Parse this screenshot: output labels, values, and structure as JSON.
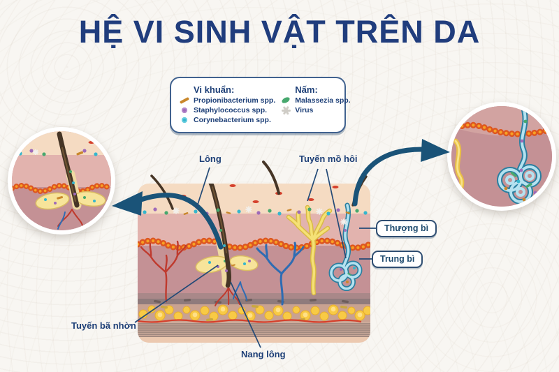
{
  "title": "HỆ VI SINH VẬT TRÊN DA",
  "legend": {
    "bacteria": {
      "header": "Vi khuẩn:",
      "items": [
        {
          "label": "Propionibacterium spp.",
          "icon": "rod-icon",
          "color": "#c9872b"
        },
        {
          "label": "Staphylococcus spp.",
          "icon": "cocci-icon",
          "color": "#9e6ab8"
        },
        {
          "label": "Corynebacterium spp.",
          "icon": "cocci-icon",
          "color": "#35b6cd"
        }
      ]
    },
    "fungi": {
      "header": "Nấm:",
      "items": [
        {
          "label": "Malassezia spp.",
          "icon": "yeast-icon",
          "color": "#47a86e"
        },
        {
          "label": "Virus",
          "icon": "virus-icon",
          "color": "#cfccc6"
        }
      ]
    }
  },
  "labels": {
    "hair": "Lông",
    "sweat_gland": "Tuyến mồ hôi",
    "epidermis": "Thượng bì",
    "dermis": "Trung bì",
    "sebaceous_gland": "Tuyến bã nhờn",
    "hair_follicle": "Nang lông"
  },
  "colors": {
    "title_navy": "#203d7d",
    "label_navy": "#1d3f77",
    "arrow_blue": "#1a5378",
    "skin_surface": "#f5dbc2",
    "epidermis_pink": "#e2b3ae",
    "dermis_mauve": "#c49195",
    "membrane_orange": "#dd5620",
    "membrane_dot": "#f7a125",
    "fat_yellow": "#f8ca45",
    "sebum_yellow": "#f7e49a",
    "nerve_yellow": "#f5e176",
    "sweat_blue": "#b5e2f0",
    "vessel_red": "#bf3a2e",
    "vessel_blue": "#2e6cb3",
    "hair_brown": "#463526"
  }
}
